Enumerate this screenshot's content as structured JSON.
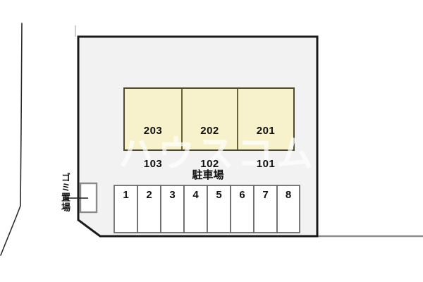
{
  "document": {
    "type": "site-plan",
    "watermark": "ハウスコム"
  },
  "site": {
    "background_color": "#f2f2f2",
    "border_color": "#1a1a1a"
  },
  "building": {
    "fill_color": "#f7f2cc",
    "border_color": "#5c5530",
    "units": [
      {
        "upper": "203",
        "lower": "103"
      },
      {
        "upper": "202",
        "lower": "102"
      },
      {
        "upper": "201",
        "lower": "101"
      }
    ]
  },
  "parking": {
    "title": "駐車場",
    "stall_fill": "#ffffff",
    "stall_border": "#6b6b6b",
    "stalls": [
      "1",
      "2",
      "3",
      "4",
      "5",
      "6",
      "7",
      "8"
    ]
  },
  "garbage": {
    "label": "ゴミ置場",
    "box_border": "#8a8a8a",
    "box_fill": "#ffffff"
  },
  "road": {
    "line_color": "#2b2b2b",
    "south_line_color": "#8c8c8c"
  }
}
